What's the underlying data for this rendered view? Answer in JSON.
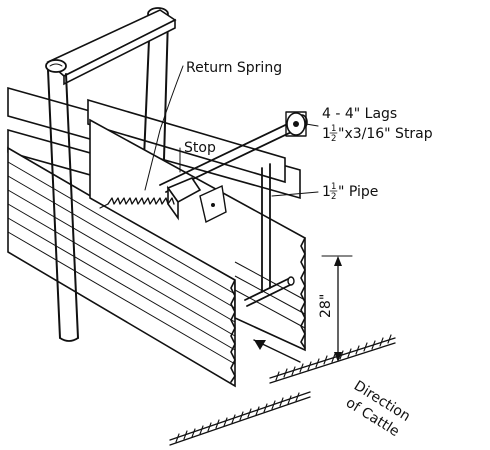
{
  "labels": {
    "return_spring": "Return Spring",
    "lags_count": "4 - 4\" Lags",
    "strap_whole": "1",
    "strap_num": "1",
    "strap_den": "2",
    "strap_rest": "\"x3/16\" Strap",
    "stop": "Stop",
    "pipe_whole": "1",
    "pipe_num": "1",
    "pipe_den": "2",
    "pipe_rest": "\" Pipe",
    "height": "28\"",
    "direction_line1": "Direction",
    "direction_line2": "of Cattle"
  },
  "colors": {
    "ink": "#111111",
    "paper": "#ffffff"
  }
}
